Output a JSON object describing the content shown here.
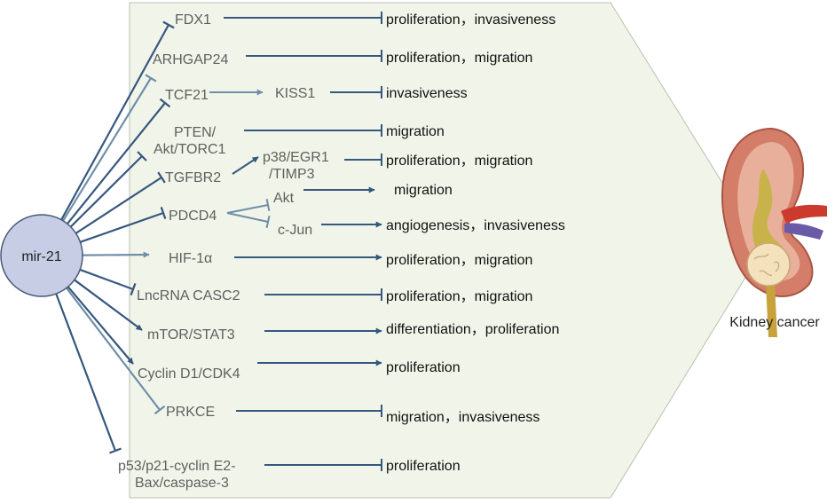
{
  "colors": {
    "panel_fill": "#f1f5e9",
    "panel_stroke": "#b9c0b0",
    "edge": "#36577e",
    "edge_light": "#6f8eaa",
    "node_fill": "#c7cde5",
    "node_stroke": "#495978"
  },
  "source": {
    "label": "mir-21"
  },
  "organ": {
    "label": "Kidney cancer",
    "icon": "kidney-icon"
  },
  "pathways": [
    {
      "id": "fdx1",
      "target": "FDX1",
      "effect": "proliferation，invasiveness"
    },
    {
      "id": "arhgap24",
      "target": "ARHGAP24",
      "effect": "proliferation，migration"
    },
    {
      "id": "tcf21",
      "target": "TCF21",
      "mid": "KISS1",
      "effect": "invasiveness"
    },
    {
      "id": "pten",
      "target": [
        "PTEN/",
        "Akt/TORC1"
      ],
      "effect": "migration"
    },
    {
      "id": "tgfbr2",
      "target": "TGFBR2",
      "mid": [
        "p38/EGR1",
        "/TIMP3"
      ],
      "effect": "proliferation，migration"
    },
    {
      "id": "pdcd4",
      "target": "PDCD4",
      "branches": [
        {
          "mid": "Akt",
          "effect": "migration"
        },
        {
          "mid": "c-Jun",
          "effect": "angiogenesis，invasiveness"
        }
      ]
    },
    {
      "id": "hif1a",
      "target": "HIF-1α",
      "effect": "proliferation，migration"
    },
    {
      "id": "casc2",
      "target": "LncRNA CASC2",
      "effect": "proliferation，migration"
    },
    {
      "id": "mtor",
      "target": "mTOR/STAT3",
      "effect": "differentiation，proliferation"
    },
    {
      "id": "cyclin",
      "target": "Cyclin D1/CDK4",
      "effect": "proliferation"
    },
    {
      "id": "prkce",
      "target": "PRKCE",
      "effect": "migration，invasiveness"
    },
    {
      "id": "p53",
      "target": [
        "p53/p21-cyclin E2-",
        "Bax/caspase-3"
      ],
      "effect": "proliferation"
    }
  ]
}
